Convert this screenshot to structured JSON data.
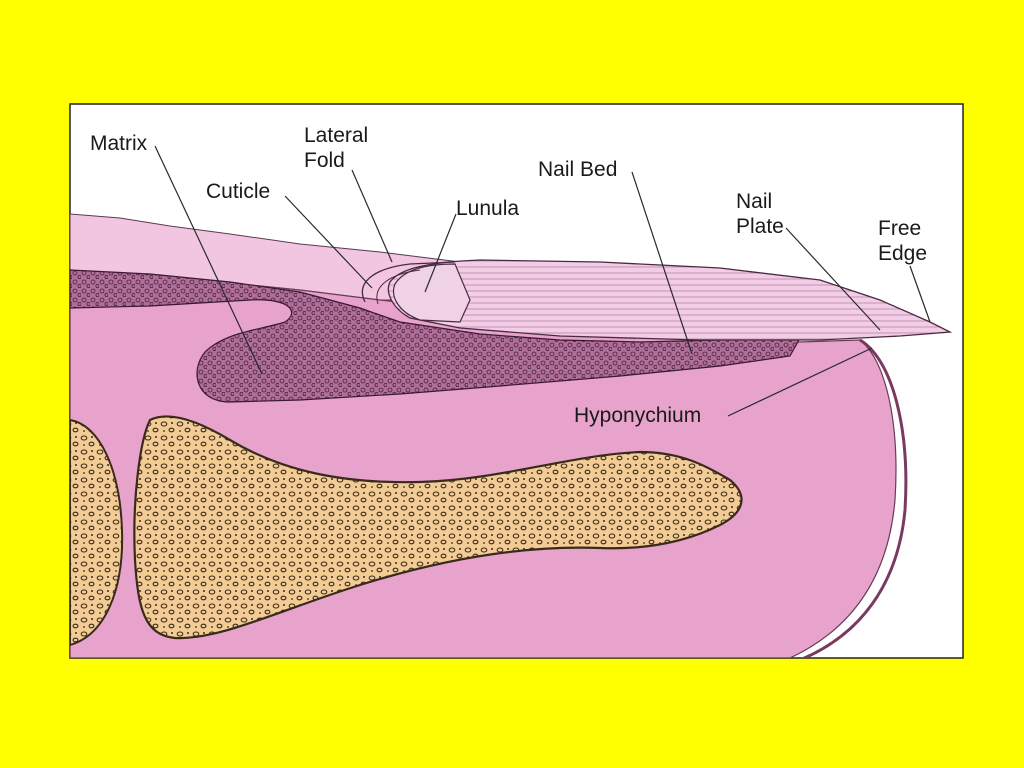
{
  "colors": {
    "background": "#ffff00",
    "panel": "#ffffff",
    "skin": "#e7a3cc",
    "skin_light": "#f2c6e0",
    "cell_layer": "#b06f98",
    "nail_plate": "#f3cde6",
    "bone": "#f3cc95",
    "outline": "#3a2a35"
  },
  "labels": {
    "matrix": "Matrix",
    "lateral_fold_1": "Lateral",
    "lateral_fold_2": "Fold",
    "cuticle": "Cuticle",
    "lunula": "Lunula",
    "nail_bed": "Nail Bed",
    "nail_plate_1": "Nail",
    "nail_plate_2": "Plate",
    "free_edge_1": "Free",
    "free_edge_2": "Edge",
    "hyponychium": "Hyponychium"
  }
}
